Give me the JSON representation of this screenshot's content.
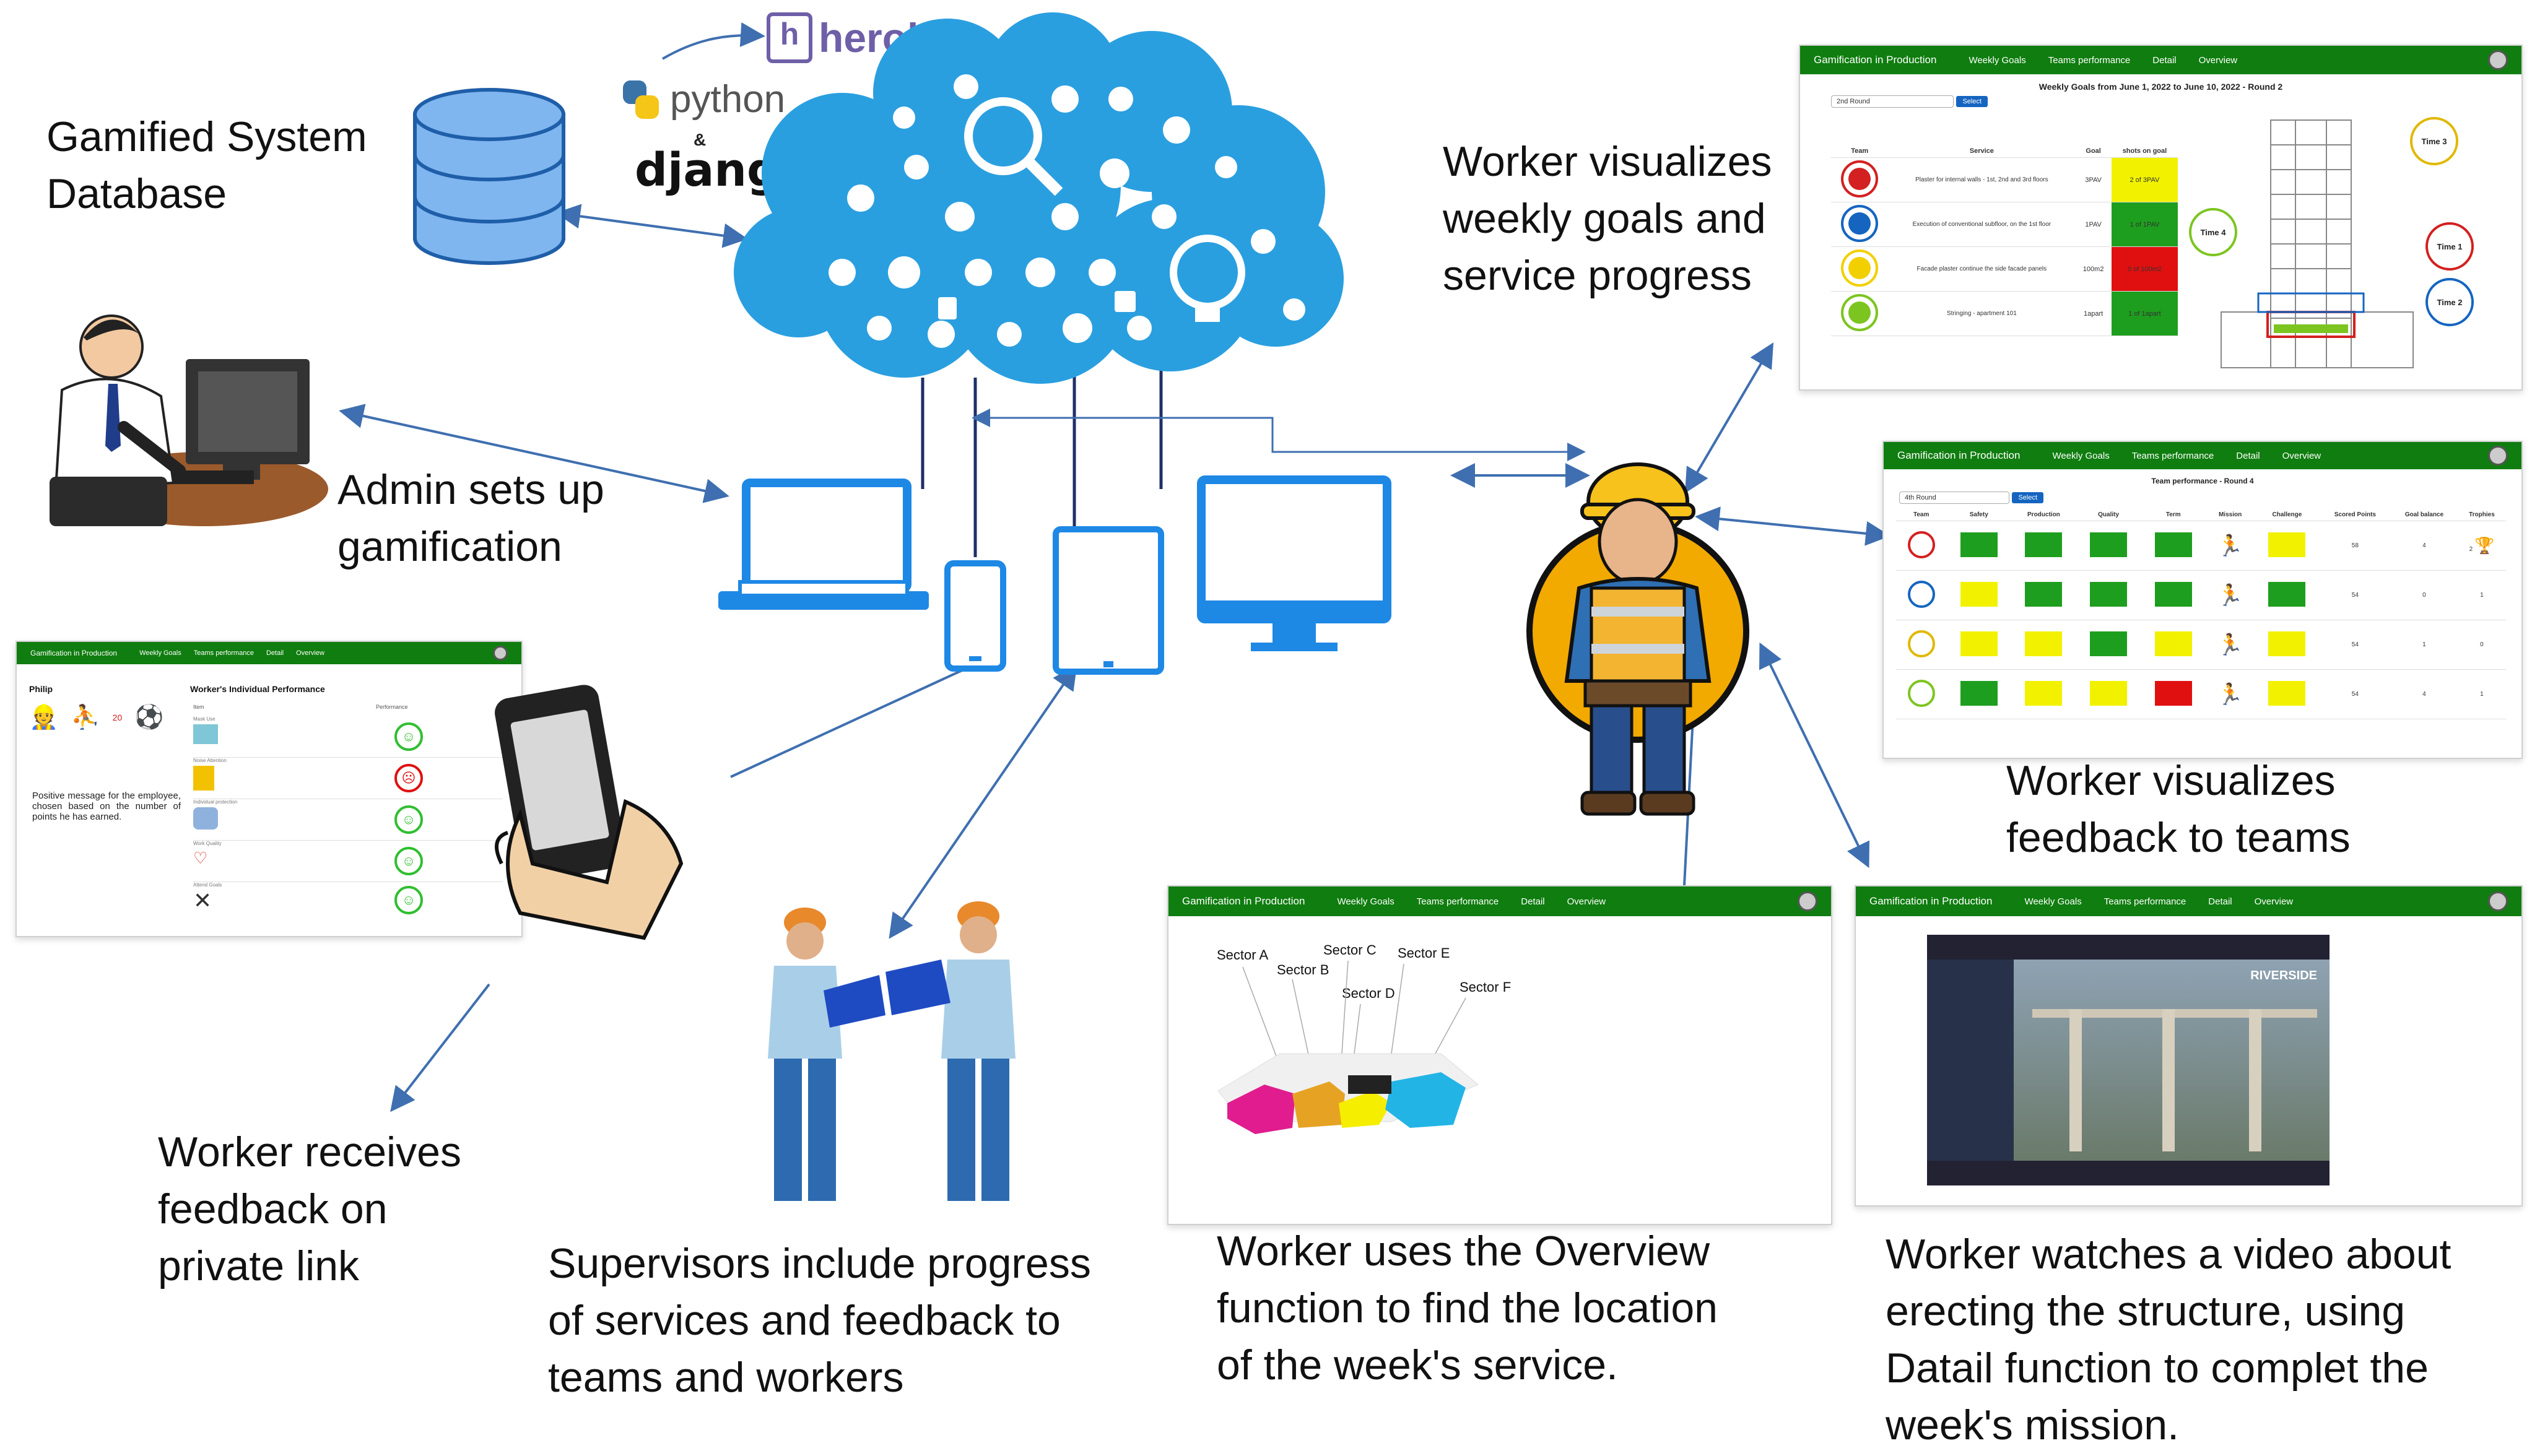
{
  "tech": {
    "heroku": "heroku",
    "python": "python",
    "amp": "&",
    "django": "django"
  },
  "captions": {
    "database": "Gamified System\nDatabase",
    "admin": "Admin sets up\ngamification",
    "weekly_goals": "Worker visualizes\nweekly goals and\nservice progress",
    "feedback_teams": "Worker visualizes\nfeedback to teams",
    "private_link": "Worker receives\nfeedback on\nprivate link",
    "supervisors": "Supervisors include progress\nof services and feedback to\nteams and workers",
    "overview": "Worker uses the Overview\nfunction to find the location\nof the week's service.",
    "video": "Worker watches a video about\nerecting the structure, using\nDatail function to complet the\nweek's mission."
  },
  "app_nav": {
    "brand": "Gamification in Production",
    "weekly_goals": "Weekly Goals",
    "teams_performance": "Teams performance",
    "detail": "Detail",
    "overview": "Overview"
  },
  "weekly_goals_screen": {
    "title": "Weekly Goals from June 1, 2022 to June 10, 2022 - Round 2",
    "round_select": "2nd Round",
    "select_button": "Select",
    "headers": [
      "Team",
      "Service",
      "Goal",
      "shots on goal"
    ],
    "rows": [
      {
        "service": "Plaster for internal walls - 1st, 2nd and 3rd floors",
        "goal": "3PAV",
        "shots": "2 of 3PAV",
        "team_color": "#d32020",
        "status": "yellow"
      },
      {
        "service": "Execution of conventional subfloor, on the 1st floor",
        "goal": "1PAV",
        "shots": "1 of 1PAV",
        "team_color": "#1565c0",
        "status": "green"
      },
      {
        "service": "Facade plaster continue the side facade panels",
        "goal": "100m2",
        "shots": "0 of 100m2",
        "team_color": "#f2d000",
        "status": "red"
      },
      {
        "service": "Stringing - apartment 101",
        "goal": "1apart",
        "shots": "1 of 1apart",
        "team_color": "#7cc520",
        "status": "green"
      }
    ],
    "team_circle_label": "Time",
    "time_labels": [
      "Time 3",
      "Time 4",
      "Time 1",
      "Time 2"
    ]
  },
  "team_perf_screen": {
    "title": "Team performance - Round 4",
    "round_select": "4th Round",
    "select_button": "Select",
    "headers": [
      "Team",
      "Safety",
      "Production",
      "Quality",
      "Term",
      "Mission",
      "Challenge",
      "Scored Points",
      "Goal balance",
      "Trophies"
    ],
    "rows": [
      {
        "points": "58",
        "balance": "4",
        "trophies": "2"
      },
      {
        "points": "54",
        "balance": "0",
        "trophies": "1"
      },
      {
        "points": "54",
        "balance": "1",
        "trophies": "0"
      },
      {
        "points": "54",
        "balance": "4",
        "trophies": "1"
      }
    ]
  },
  "individual_screen": {
    "worker_name": "Philip",
    "title": "Worker's Individual Performance",
    "col_item": "Item",
    "col_performance": "Performance",
    "badge_number": "20",
    "message": "Positive message for the employee, chosen based on the number of points he has earned.",
    "items": [
      "Mask Use",
      "Noise Attention",
      "Individual protection",
      "Work Quality",
      "Attend Goals"
    ],
    "results": [
      "happy",
      "sad",
      "happy",
      "happy",
      "happy"
    ]
  },
  "overview_screen": {
    "sectors": [
      "Sector A",
      "Sector B",
      "Sector C",
      "Sector D",
      "Sector E",
      "Sector F"
    ]
  },
  "detail_screen": {
    "watermark": "RIVERSIDE"
  },
  "colors": {
    "nav_green": "#0f7d0f",
    "cloud_blue": "#2a9fe0",
    "device_blue": "#1e88e5",
    "arrow_blue": "#3f6fb0"
  }
}
